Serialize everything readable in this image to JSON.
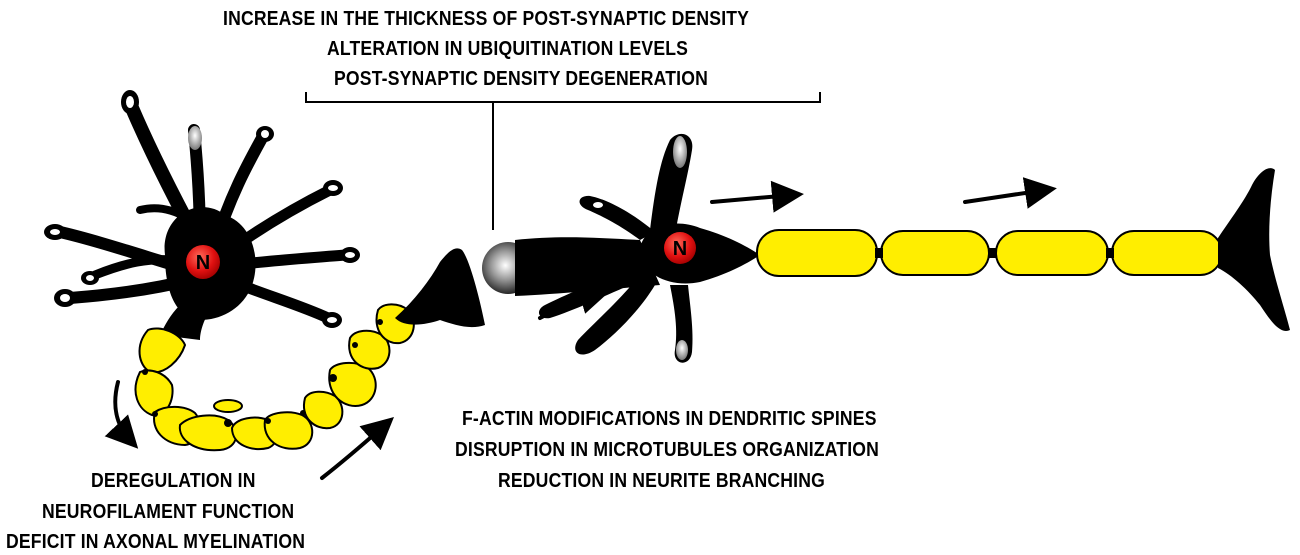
{
  "labels": {
    "top": [
      "INCREASE IN THE THICKNESS OF POST-SYNAPTIC DENSITY",
      "ALTERATION IN UBIQUITINATION LEVELS",
      "POST-SYNAPTIC DENSITY DEGENERATION"
    ],
    "middle": [
      "F-ACTIN MODIFICATIONS IN DENDRITIC SPINES",
      "DISRUPTION IN MICROTUBULES ORGANIZATION",
      "REDUCTION IN NEURITE BRANCHING"
    ],
    "bottom": [
      "DEREGULATION IN",
      "NEUROFILAMENT FUNCTION",
      "DEFICIT IN AXONAL MYELINATION"
    ]
  },
  "nucleus_letter": "N",
  "colors": {
    "cell_body": "#000000",
    "myelin": "#ffee00",
    "nucleus": "#e01010",
    "text": "#000000"
  }
}
